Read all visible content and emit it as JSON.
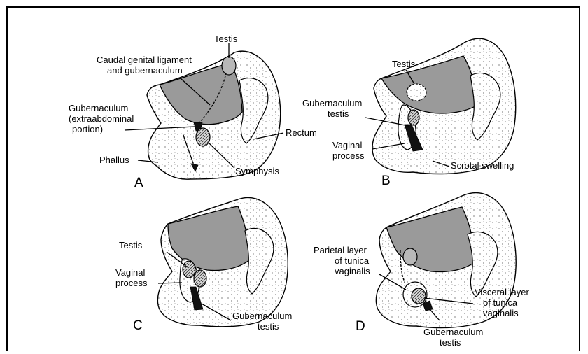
{
  "panels": {
    "A": {
      "letter": "A",
      "labels": {
        "testis": "Testis",
        "caudal_line1": "Caudal genital ligament",
        "caudal_line2": "and gubernaculum",
        "gub_line1": "Gubernaculum",
        "gub_line2": "(extraabdominal",
        "gub_line3": "portion)",
        "rectum": "Rectum",
        "phallus": "Phallus",
        "symphysis": "Symphysis"
      }
    },
    "B": {
      "letter": "B",
      "labels": {
        "testis": "Testis",
        "gub_line1": "Gubernaculum",
        "gub_line2": "testis",
        "vag_line1": "Vaginal",
        "vag_line2": "process",
        "scrotal": "Scrotal swelling"
      }
    },
    "C": {
      "letter": "C",
      "labels": {
        "testis": "Testis",
        "vag_line1": "Vaginal",
        "vag_line2": "process",
        "gub_line1": "Gubernaculum",
        "gub_line2": "testis"
      }
    },
    "D": {
      "letter": "D",
      "labels": {
        "parietal_line1": "Parietal layer",
        "parietal_line2": "of tunica",
        "parietal_line3": "vaginalis",
        "visceral_line1": "Visceral layer",
        "visceral_line2": "of tunica",
        "visceral_line3": "vaginalis",
        "gub_line1": "Gubernaculum",
        "gub_line2": "testis"
      }
    }
  }
}
